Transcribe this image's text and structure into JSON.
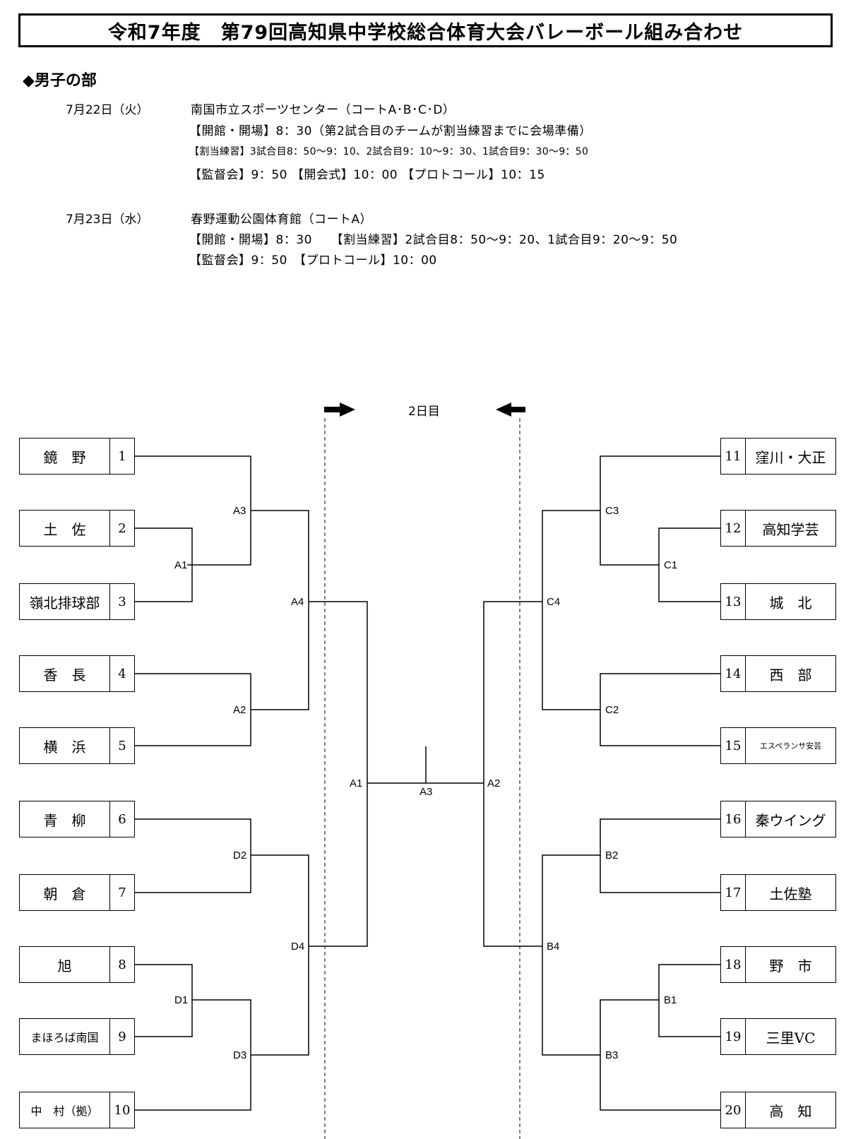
{
  "header": {
    "title": "令和7年度　第79回高知県中学校総合体育大会バレーボール組み合わせ"
  },
  "section_title": "◆男子の部",
  "schedule": [
    {
      "date": "7月22日（火）",
      "lines": [
        "南国市立スポーツセンター（コートA･B･C･D）",
        "【開館・開場】8：30（第2試合目のチームが割当練習までに会場準備）",
        "【割当練習】3試合目8：50～9：10、2試合目9：10～9：30、1試合目9：30～9：50",
        "【監督会】9：50 【開会式】10：00 【プロトコール】10：15"
      ]
    },
    {
      "date": "7月23日（水）",
      "lines": [
        "春野運動公園体育館（コートA）",
        "【開館・開場】8：30　　【割当練習】2試合目8：50～9：20、1試合目9：20～9：50",
        "【監督会】9：50　【プロトコール】10：00"
      ]
    }
  ],
  "bracket": {
    "day2_label": "2日目",
    "left_teams": [
      {
        "num": "1",
        "name": "鏡　野"
      },
      {
        "num": "2",
        "name": "土　佐"
      },
      {
        "num": "3",
        "name": "嶺北排球部"
      },
      {
        "num": "4",
        "name": "香　長"
      },
      {
        "num": "5",
        "name": "横　浜"
      },
      {
        "num": "6",
        "name": "青　柳"
      },
      {
        "num": "7",
        "name": "朝　倉"
      },
      {
        "num": "8",
        "name": "旭"
      },
      {
        "num": "9",
        "name": "まほろば南国"
      },
      {
        "num": "10",
        "name": "中　村（拠）"
      }
    ],
    "right_teams": [
      {
        "num": "11",
        "name": "窪川・大正"
      },
      {
        "num": "12",
        "name": "高知学芸"
      },
      {
        "num": "13",
        "name": "城　北"
      },
      {
        "num": "14",
        "name": "西　部"
      },
      {
        "num": "15",
        "name": "エスペランサ安芸"
      },
      {
        "num": "16",
        "name": "秦ウイング"
      },
      {
        "num": "17",
        "name": "土佐塾"
      },
      {
        "num": "18",
        "name": "野　市"
      },
      {
        "num": "19",
        "name": "三里VC"
      },
      {
        "num": "20",
        "name": "高　知"
      }
    ],
    "match_labels": {
      "A1": "A1",
      "A2": "A2",
      "A3": "A3",
      "A4": "A4",
      "D1": "D1",
      "D2": "D2",
      "D3": "D3",
      "D4": "D4",
      "C1": "C1",
      "C2": "C2",
      "C3": "C3",
      "C4": "C4",
      "B1": "B1",
      "B2": "B2",
      "B3": "B3",
      "B4": "B4",
      "final_left": "A1",
      "final_center": "A3",
      "final_right": "A2"
    }
  }
}
